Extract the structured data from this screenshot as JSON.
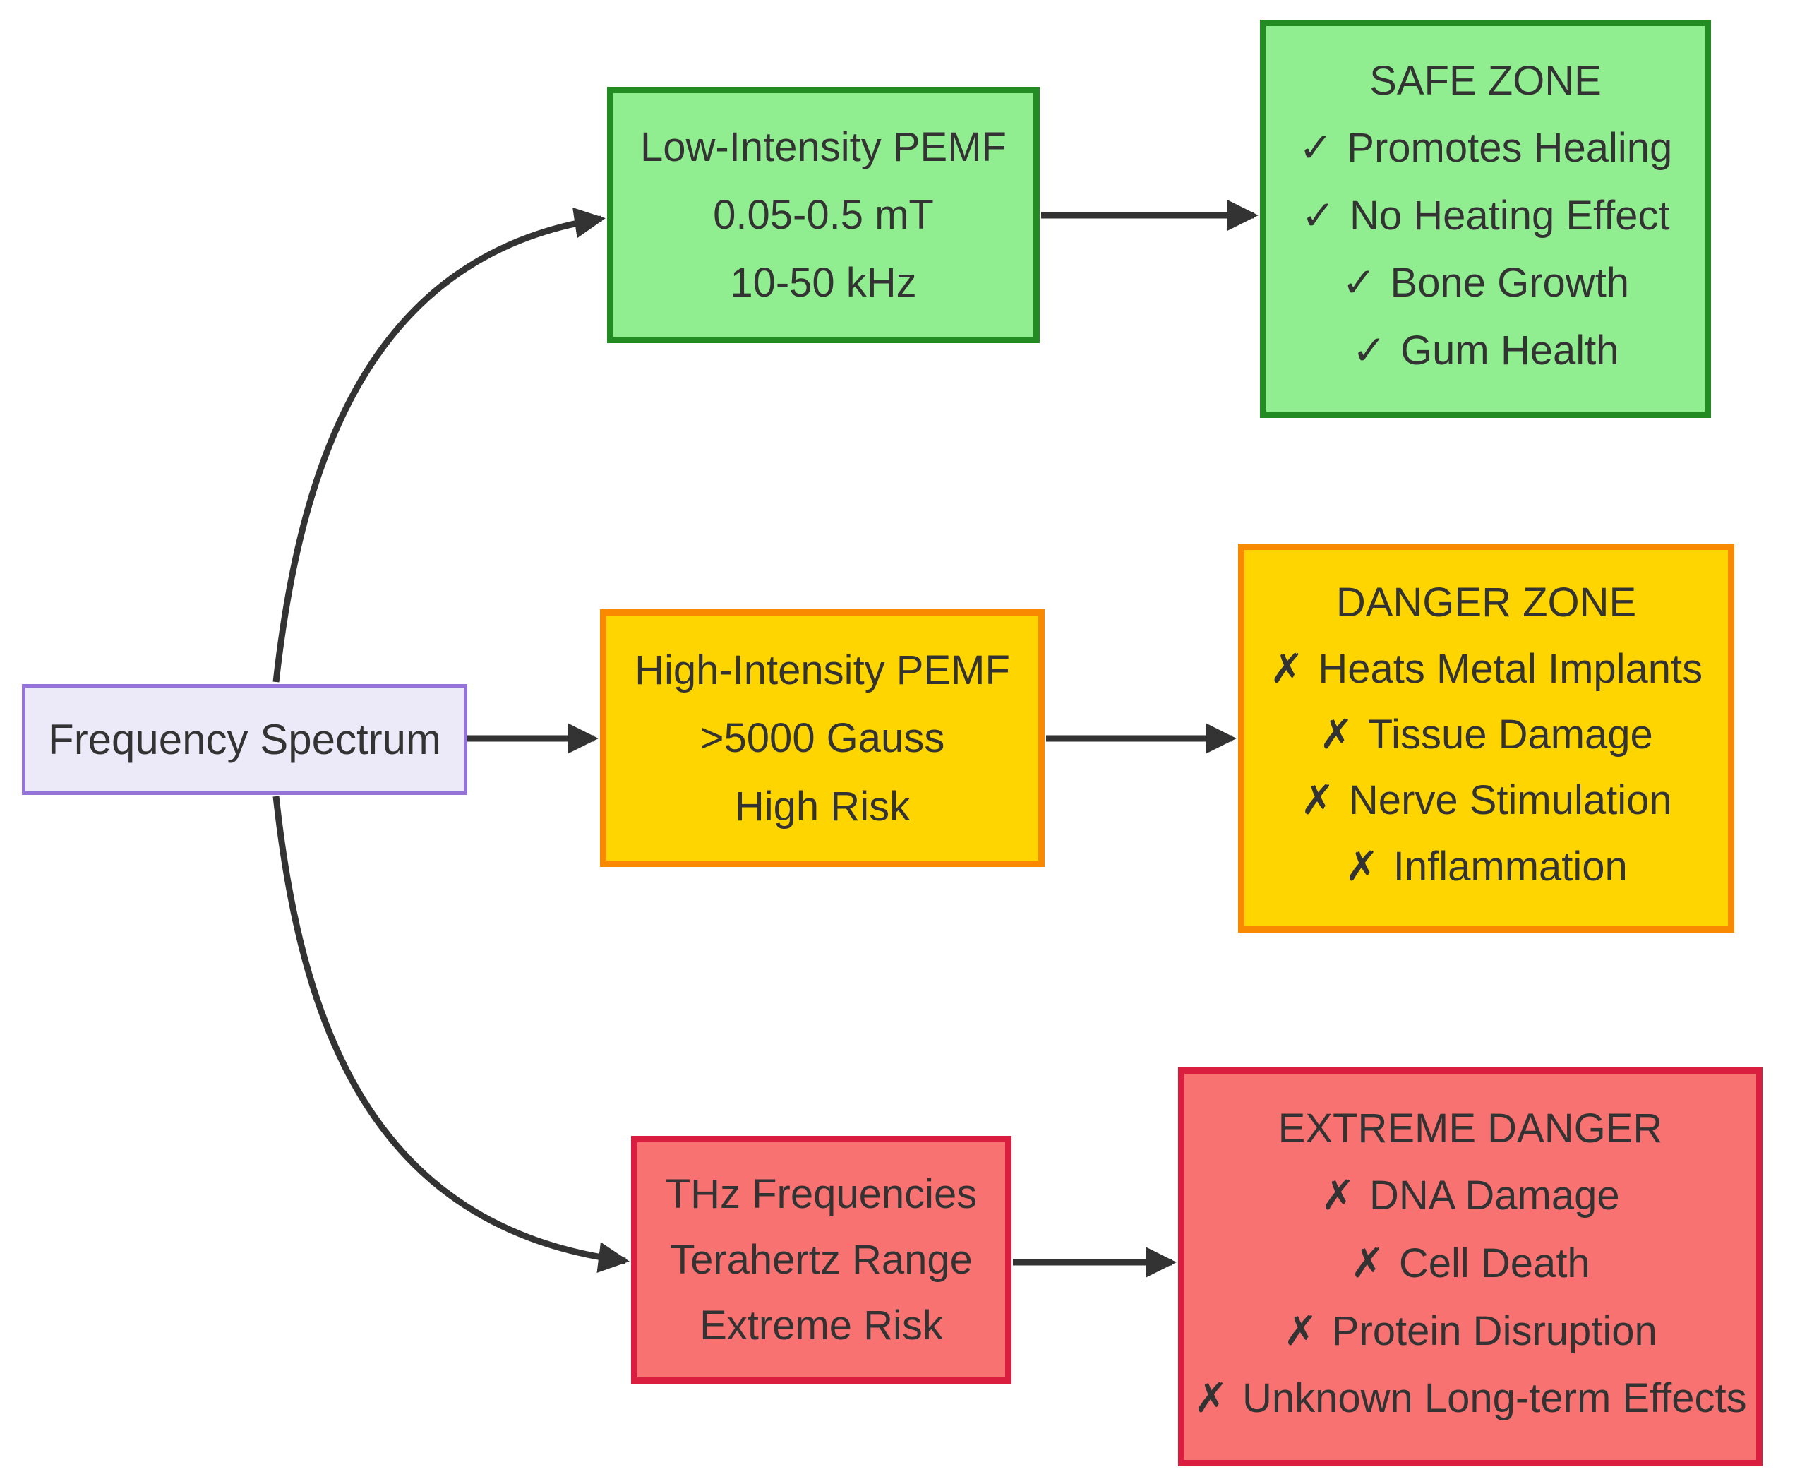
{
  "root": {
    "label": "Frequency Spectrum"
  },
  "branches": [
    {
      "node": {
        "lines": [
          "Low-Intensity PEMF",
          "0.05-0.5 mT",
          "10-50 kHz"
        ]
      },
      "zone": {
        "title": "SAFE ZONE",
        "items": [
          {
            "mark": "✓",
            "text": "Promotes Healing"
          },
          {
            "mark": "✓",
            "text": "No Heating Effect"
          },
          {
            "mark": "✓",
            "text": "Bone Growth"
          },
          {
            "mark": "✓",
            "text": "Gum Health"
          }
        ]
      }
    },
    {
      "node": {
        "lines": [
          "High-Intensity PEMF",
          ">5000 Gauss",
          "High Risk"
        ]
      },
      "zone": {
        "title": "DANGER ZONE",
        "items": [
          {
            "mark": "✗",
            "text": "Heats Metal Implants"
          },
          {
            "mark": "✗",
            "text": "Tissue Damage"
          },
          {
            "mark": "✗",
            "text": "Nerve Stimulation"
          },
          {
            "mark": "✗",
            "text": "Inflammation"
          }
        ]
      }
    },
    {
      "node": {
        "lines": [
          "THz Frequencies",
          "Terahertz Range",
          "Extreme Risk"
        ]
      },
      "zone": {
        "title": "EXTREME DANGER",
        "items": [
          {
            "mark": "✗",
            "text": "DNA Damage"
          },
          {
            "mark": "✗",
            "text": "Cell Death"
          },
          {
            "mark": "✗",
            "text": "Protein Disruption"
          },
          {
            "mark": "✗",
            "text": "Unknown Long-term Effects"
          }
        ]
      }
    }
  ],
  "colors": {
    "safe_fill": "#90EE90",
    "safe_border": "#228B22",
    "danger_fill": "#FFD500",
    "danger_border": "#F98A00",
    "extreme_fill": "#F87272",
    "extreme_border": "#D91E3F",
    "root_fill": "#ECE9F8",
    "root_border": "#9673D9",
    "line": "#333333",
    "text": "#333333"
  }
}
